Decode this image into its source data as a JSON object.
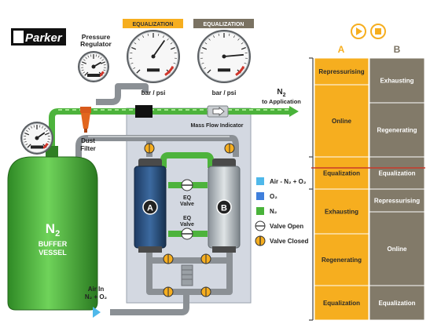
{
  "brand": {
    "logo_text": "Parker"
  },
  "status_badges": {
    "equalization_active": "EQUALIZATION",
    "equalization_idle": "EQUALIZATION"
  },
  "labels": {
    "pressure_regulator": [
      "Pressure",
      "Regulator"
    ],
    "gauge_unit": "bar / psi",
    "n2": "N",
    "n2_sub": "2",
    "to_application": "to  Application",
    "mass_flow_indicator": "Mass Flow Indicator",
    "dust_filter": [
      "Dust",
      "Filter"
    ],
    "buffer_vessel_main": "N",
    "buffer_vessel_sub": "2",
    "buffer_vessel_lines": [
      "BUFFER",
      "VESSEL"
    ],
    "eq_valve": [
      "EQ",
      "Valve"
    ],
    "tower_a": "A",
    "tower_b": "B",
    "air_in": [
      "Air In",
      "N₂ + O₂"
    ]
  },
  "legend": [
    {
      "label": "Air - N₂ + O₂",
      "color": "#4fb8ea",
      "kind": "swatch"
    },
    {
      "label": "O₂",
      "color": "#3f7fdc",
      "kind": "swatch"
    },
    {
      "label": "N₂",
      "color": "#49b33a",
      "kind": "swatch"
    },
    {
      "label": "Valve Open",
      "kind": "valve-open"
    },
    {
      "label": "Valve Closed",
      "kind": "valve-closed"
    }
  ],
  "timeline": {
    "col_a": "A",
    "col_b": "B",
    "a_cells": [
      "Repressurising",
      "Online",
      "Equalization",
      "Exhausting",
      "Regenerating",
      "Equalization"
    ],
    "b_cells": [
      "Exhausting",
      "Regenerating",
      "Equalization",
      "Repressurising",
      "Online",
      "Equalization"
    ]
  },
  "controls": {
    "play": "play-icon",
    "stop": "stop-icon"
  },
  "colors": {
    "orange": "#f6ae1f",
    "gray_header": "#7a7262",
    "gray_cell": "#827a69",
    "green": "#49b33a",
    "red_marker": "#c83a2a",
    "pipe_gray": "#8c9094",
    "panel": "#d3d8e1"
  }
}
